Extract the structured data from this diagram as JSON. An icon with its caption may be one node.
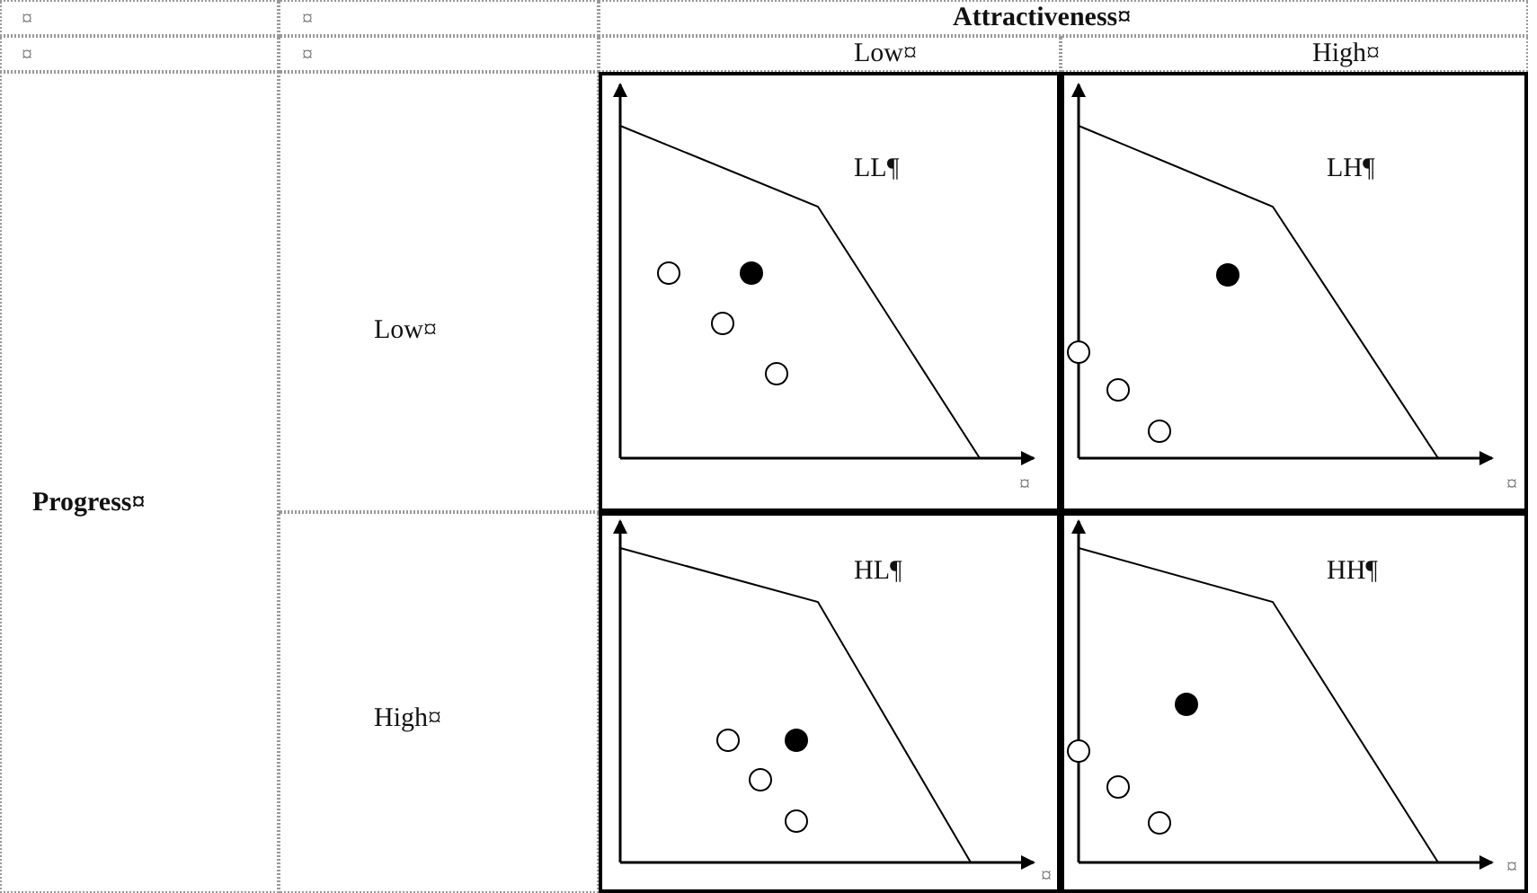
{
  "diagram": {
    "labels": [
      "¤",
      "¤",
      "Attractiveness¤",
      "¤",
      "¤",
      "Low¤",
      "High¤",
      "Progress¤",
      "Low¤",
      "LL¶",
      "¤",
      "LH¶",
      "¤",
      "High¤",
      "HL¶",
      "¤",
      "HH¶",
      "¤"
    ]
  }
}
